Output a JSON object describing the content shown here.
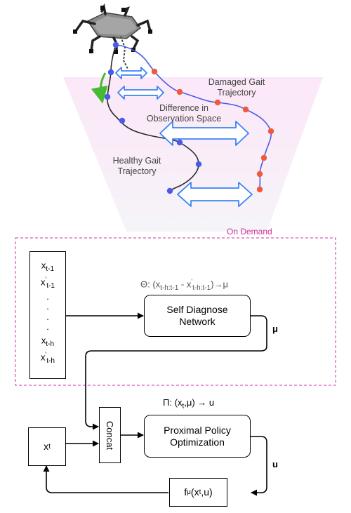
{
  "top_figure": {
    "damaged_label": [
      "Damaged Gait",
      "Trajectory"
    ],
    "difference_label": [
      "Difference in",
      "Observation Space"
    ],
    "healthy_label": [
      "Healthy Gait",
      "Trajectory"
    ]
  },
  "diagram": {
    "on_demand_label": "On Demand",
    "history_rows": [
      {
        "base": "x",
        "prime": "",
        "sub": "t-1"
      },
      {
        "base": "x",
        "prime": "'",
        "sub": "t-1"
      },
      {
        "base": ".",
        "prime": "",
        "sub": ""
      },
      {
        "base": ".",
        "prime": "",
        "sub": ""
      },
      {
        "base": ".",
        "prime": "",
        "sub": ""
      },
      {
        "base": ".",
        "prime": "",
        "sub": ""
      },
      {
        "base": "x",
        "prime": "",
        "sub": "t-h"
      },
      {
        "base": "x",
        "prime": "'",
        "sub": "t-h"
      }
    ],
    "theta_formula": {
      "p1": "Θ: (x",
      "s1": "t-h:t-1",
      "p2": " - x",
      "sup": "'",
      "s2": "t-h:t-1",
      "p3": ")→μ"
    },
    "self_diagnose": [
      "Self Diagnose",
      "Network"
    ],
    "mu_label": "μ",
    "pi_formula": {
      "p1": "Π: (x",
      "s1": "t",
      "p2": ",μ) → u"
    },
    "concat_label": "Concat",
    "ppo": [
      "Proximal Policy",
      "Optimization"
    ],
    "xt": {
      "base": "x",
      "sub": "t"
    },
    "u_label": "u",
    "f": {
      "p1": "f",
      "s1": "μ",
      "p2": "(x",
      "s2": "t",
      "p3": ",u)"
    }
  },
  "colors": {
    "healthy": "#4a5be8",
    "damaged": "#f05a3c",
    "arrow": "#3b82f6",
    "green_arrow": "#44bb33",
    "on_demand": "#cc3399",
    "trajectory_line": "#2b2b2b"
  }
}
